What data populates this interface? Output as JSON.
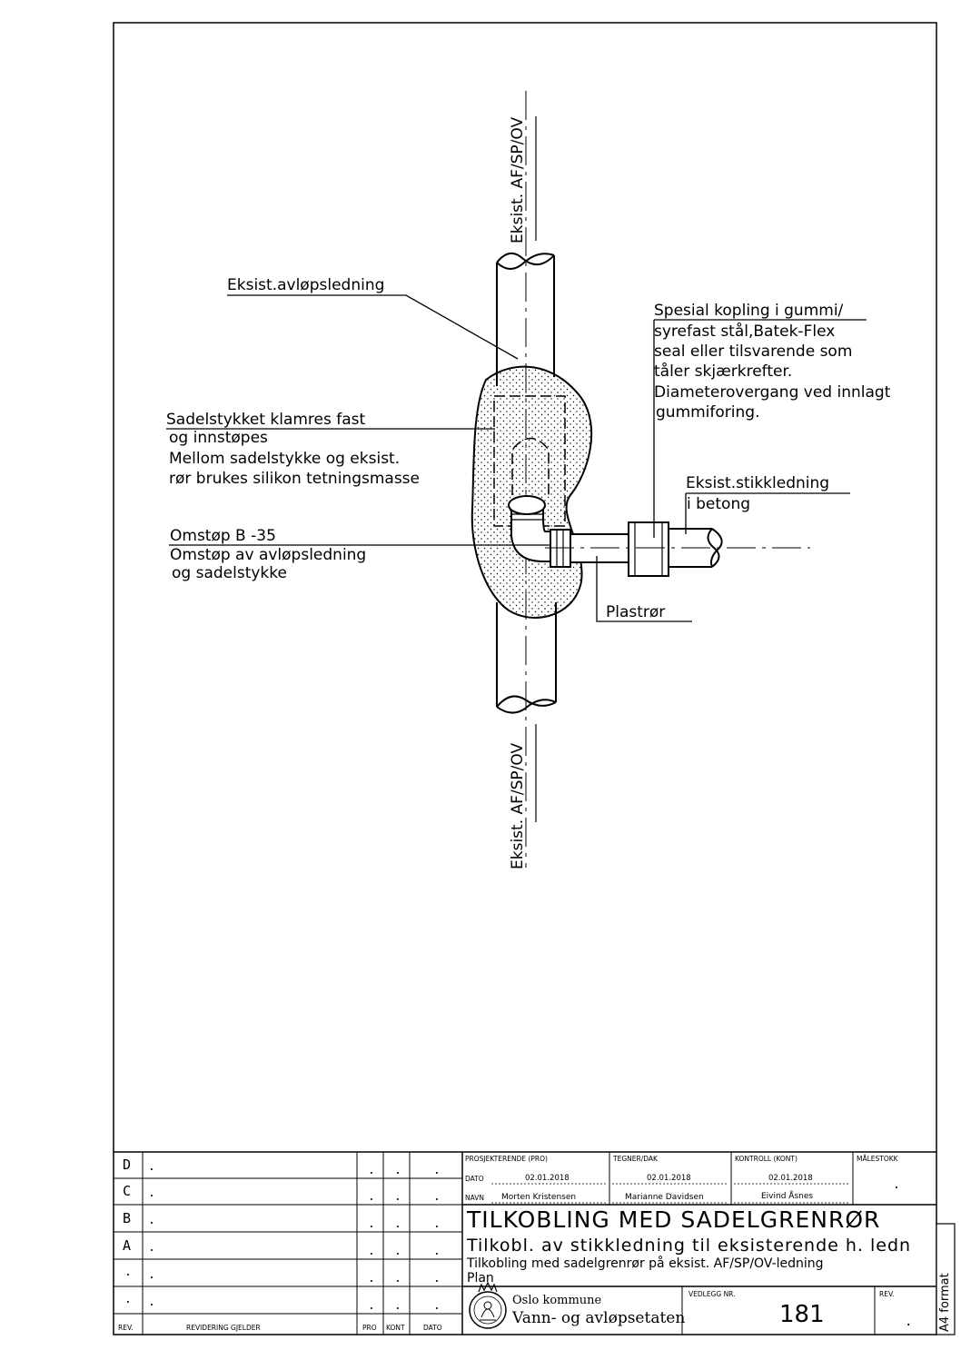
{
  "labels": {
    "pipe_top": "Eksist. AF/SP/OV",
    "pipe_bottom": "Eksist. AF/SP/OV",
    "sewer_line": "Eksist.avløpsledning",
    "saddle": [
      "Sadelstykket klamres fast",
      "og innstøpes",
      "Mellom sadelstykke og eksist.",
      "rør brukes silikon tetningsmasse"
    ],
    "casting": [
      "Omstøp B -35",
      "Omstøp av avløpsledning",
      "og sadelstykke"
    ],
    "coupling": [
      "Spesial kopling i gummi/",
      "syrefast stål,Batek-Flex",
      "seal eller tilsvarende som",
      "tåler skjærkrefter.",
      "Diameterovergang ved innlagt",
      "gummiforing."
    ],
    "service_line": [
      "Eksist.stikkledning",
      "i betong"
    ],
    "plastic_pipe": "Plastrør"
  },
  "titleblock": {
    "revisions": [
      {
        "rev": "D",
        "text": "."
      },
      {
        "rev": "C",
        "text": "."
      },
      {
        "rev": "B",
        "text": "."
      },
      {
        "rev": "A",
        "text": "."
      },
      {
        "rev": ".",
        "text": "."
      },
      {
        "rev": ".",
        "text": "."
      }
    ],
    "rev_cell_dot": ".",
    "footer": {
      "rev": "REV.",
      "desc": "REVIDERING GJELDER",
      "pro": "PRO",
      "kont": "KONT",
      "dato": "DATO"
    },
    "pro_header": "PROSJEKTERENDE (PRO)",
    "tegner_header": "TEGNER/DAK",
    "kontroll_header": "KONTROLL (KONT)",
    "malestokk_header": "MÅLESTOKK",
    "malestokk_value": ".",
    "dato_label": "DATO",
    "navn_label": "NAVN",
    "pro_date": "02.01.2018",
    "tegner_date": "02.01.2018",
    "kontroll_date": "02.01.2018",
    "pro_name": "Morten Kristensen",
    "tegner_name": "Marianne Davidsen",
    "kontroll_name": "Eivind Åsnes",
    "title": "TILKOBLING MED SADELGRENRØR",
    "subtitle": "Tilkobl. av stikkledning til eksisterende h. ledn",
    "description": "Tilkobling med sadelgrenrør på eksist. AF/SP/OV-ledning",
    "view": "Plan",
    "org_name": "Oslo kommune",
    "org_unit": "Vann- og avløpsetaten",
    "vedlegg_label": "VEDLEGG NR.",
    "vedlegg_value": "181",
    "rev_label": "REV.",
    "rev_value": ".",
    "format": "A4 format"
  }
}
